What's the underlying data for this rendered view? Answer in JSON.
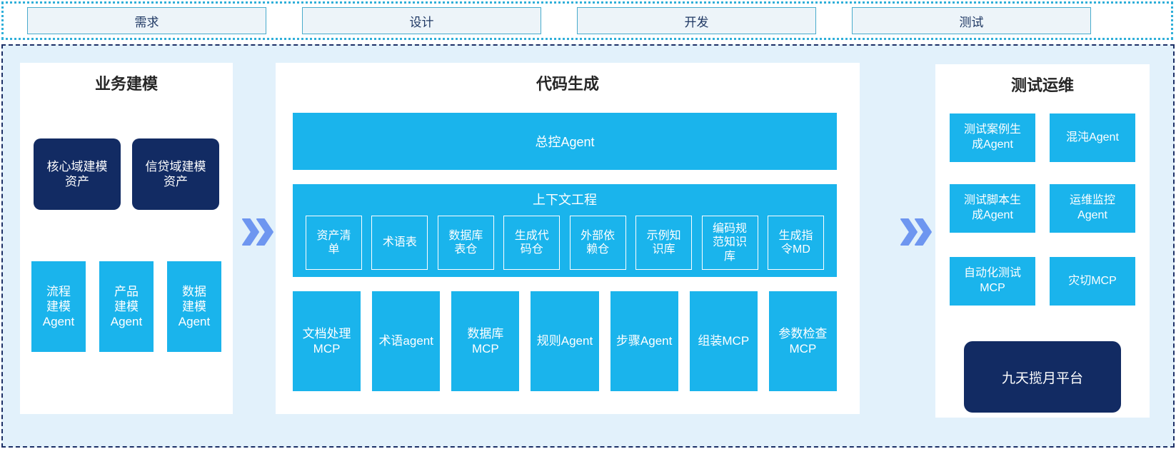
{
  "phases": [
    "需求",
    "设计",
    "开发",
    "测试"
  ],
  "colors": {
    "accent_cyan": "#1AB4EC",
    "navy": "#122B63",
    "section_bg": "#E2F1FB",
    "panel_bg": "#FFFFFF",
    "arrow_blue": "#6E96F0",
    "phase_box_bg": "#EDF4F9",
    "phase_box_border": "#49ABCC",
    "phase_text": "#1F3864",
    "strip_dotted_border": "#2FAFD9",
    "main_dashed_border": "#1C2F66"
  },
  "business_modeling": {
    "title": "业务建模",
    "assets": [
      "核心域建模\n资产",
      "信贷域建模\n资产"
    ],
    "agents": [
      "流程\n建模\nAgent",
      "产品\n建模\nAgent",
      "数据\n建模\nAgent"
    ]
  },
  "code_generation": {
    "title": "代码生成",
    "master_agent": "总控Agent",
    "context_engineering": {
      "title": "上下文工程",
      "items": [
        "资产清\n单",
        "术语表",
        "数据库\n表仓",
        "生成代\n码仓",
        "外部依\n赖仓",
        "示例知\n识库",
        "编码规\n范知识\n库",
        "生成指\n令MD"
      ]
    },
    "tools": [
      "文档处理\nMCP",
      "术语agent",
      "数据库\nMCP",
      "规则Agent",
      "步骤Agent",
      "组装MCP",
      "参数检查\nMCP"
    ]
  },
  "test_ops": {
    "title": "测试运维",
    "boxes": [
      "测试案例生\n成Agent",
      "混沌Agent",
      "测试脚本生\n成Agent",
      "运维监控\nAgent",
      "自动化测试\nMCP",
      "灾切MCP"
    ],
    "platform": "九天揽月平台"
  }
}
